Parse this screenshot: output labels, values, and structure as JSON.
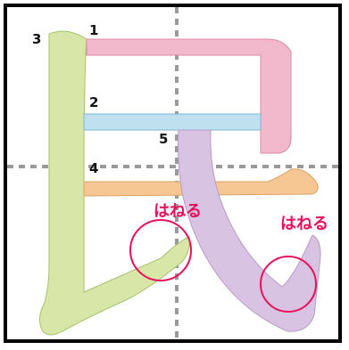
{
  "diagram": {
    "character": "民",
    "stroke_numbers": [
      "1",
      "2",
      "3",
      "4",
      "5"
    ],
    "annotations": [
      "はねる",
      "はねる"
    ],
    "colors": {
      "frame": "#000000",
      "guide": "#9a9a9a",
      "stroke_1": "#f2b8cc",
      "stroke_2": "#bfe0ef",
      "stroke_3": "#d8e7a8",
      "stroke_4": "#f6c793",
      "stroke_5": "#d9c3e3",
      "annotation": "#e8105a"
    }
  }
}
